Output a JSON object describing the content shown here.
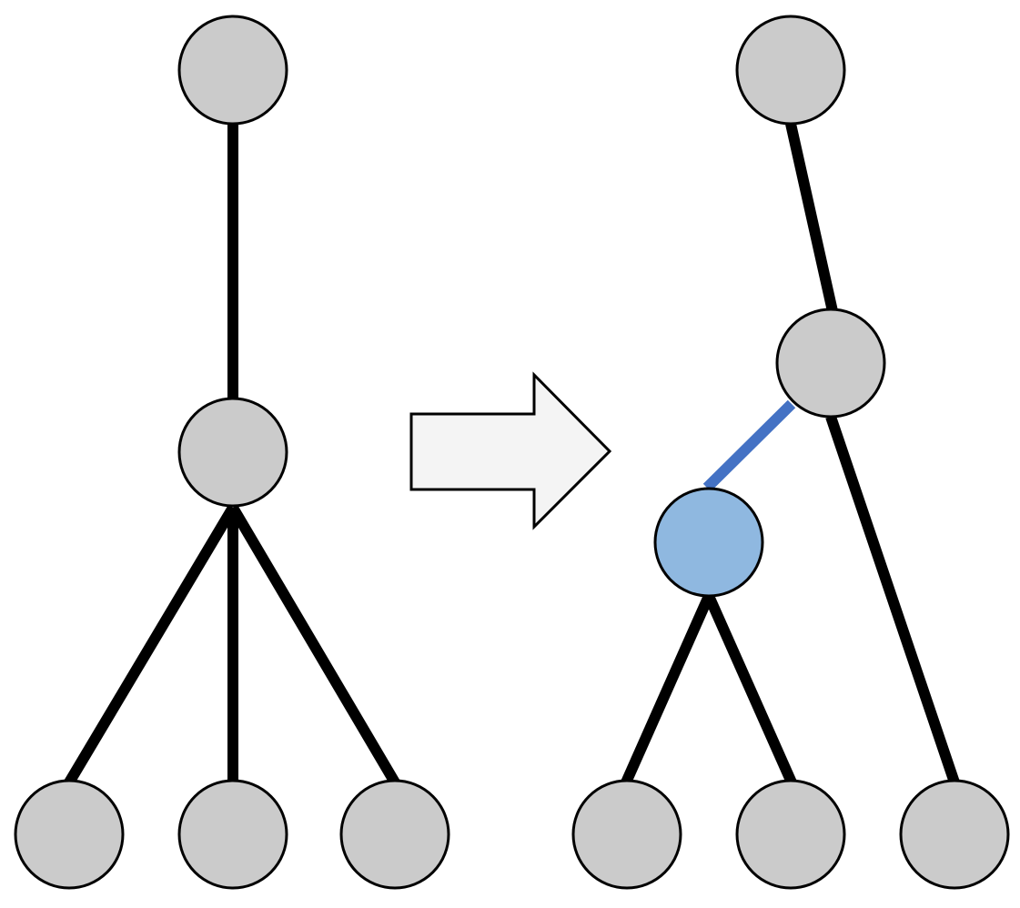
{
  "colors": {
    "background": "#ffffff",
    "node_fill": "#cbcbcb",
    "node_stroke": "#000000",
    "edge": "#000000",
    "new_node_fill": "#8fb8e0",
    "new_edge": "#4472c4",
    "arrow_fill": "#f4f4f4",
    "arrow_stroke": "#000000"
  },
  "diagram": {
    "left_tree": {
      "nodes": [
        "root",
        "middle",
        "leaf-1",
        "leaf-2",
        "leaf-3"
      ],
      "edges": [
        [
          "root",
          "middle"
        ],
        [
          "middle",
          "leaf-1"
        ],
        [
          "middle",
          "leaf-2"
        ],
        [
          "middle",
          "leaf-3"
        ]
      ]
    },
    "transform_arrow": {
      "icon": "right-arrow-icon"
    },
    "right_tree": {
      "nodes": [
        "root",
        "middle",
        "new-node",
        "leaf-1",
        "leaf-2",
        "leaf-3"
      ],
      "highlighted_node": "new-node",
      "edges": [
        {
          "from": "root",
          "to": "middle",
          "highlight": false
        },
        {
          "from": "middle",
          "to": "new-node",
          "highlight": true
        },
        {
          "from": "new-node",
          "to": "leaf-1",
          "highlight": false
        },
        {
          "from": "new-node",
          "to": "leaf-2",
          "highlight": false
        },
        {
          "from": "middle",
          "to": "leaf-3",
          "highlight": false
        }
      ]
    }
  }
}
